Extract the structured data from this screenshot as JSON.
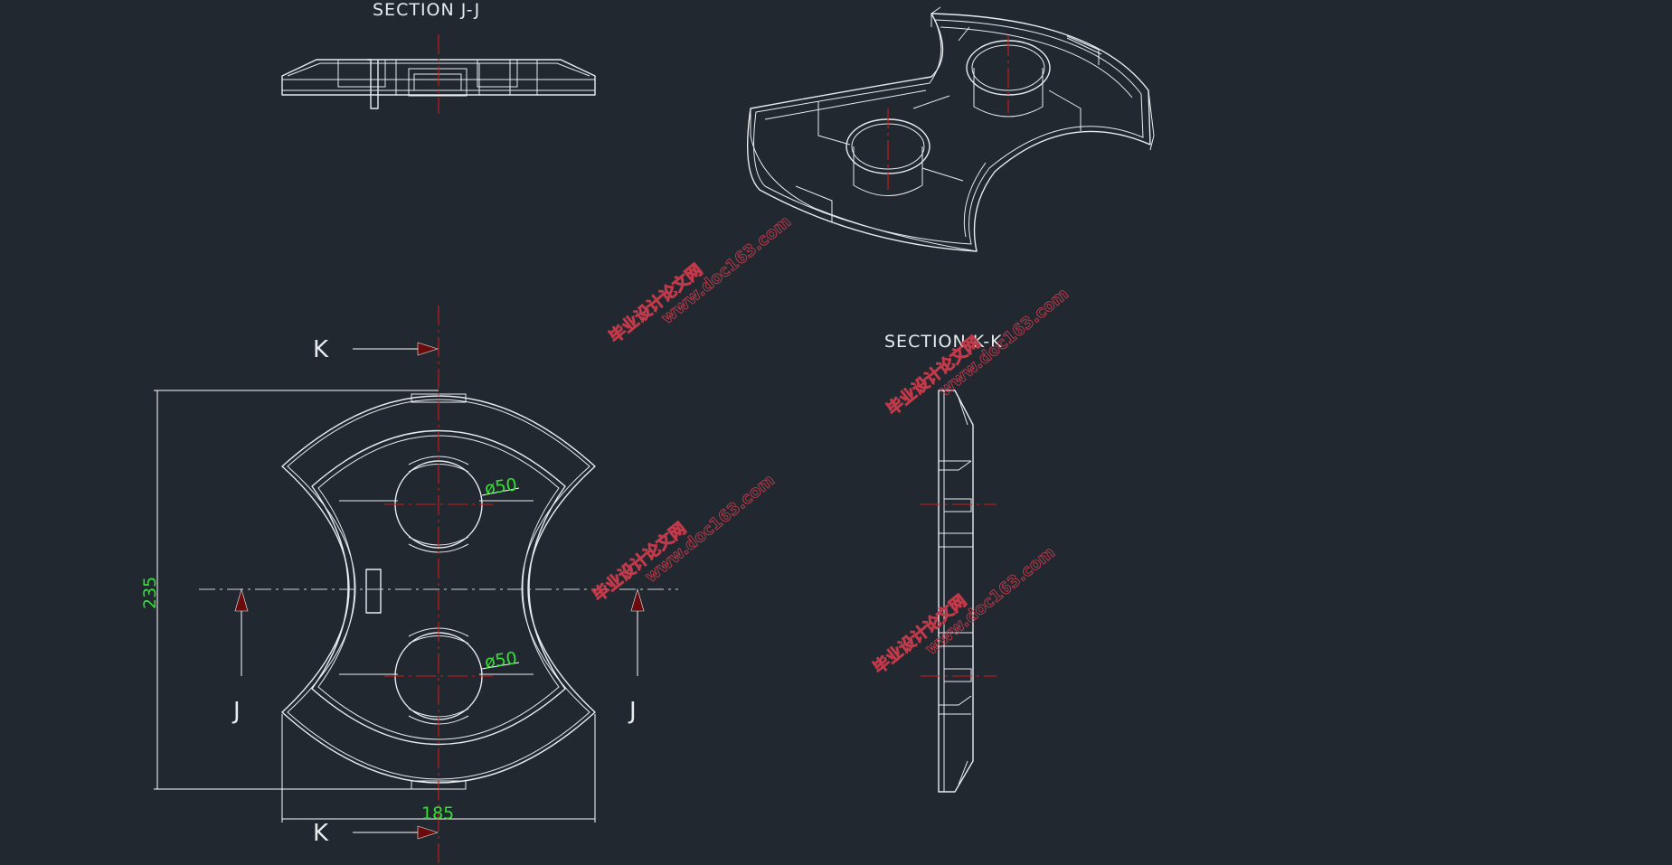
{
  "labels": {
    "section_jj": "SECTION  J-J",
    "section_kk": "SECTION K-K",
    "k_top": "K",
    "k_bottom": "K",
    "j_left": "J",
    "j_right": "J"
  },
  "dimensions": {
    "height": "235",
    "width": "185",
    "hole_top": "ø50",
    "hole_bottom": "ø50"
  },
  "watermarks": [
    {
      "cn": "毕业设计论文网",
      "url": "www.doc163.com"
    },
    {
      "cn": "毕业设计论文网",
      "url": "www.doc163.com"
    },
    {
      "cn": "毕业设计论文网",
      "url": "www.doc163.com"
    },
    {
      "cn": "毕业设计论文网",
      "url": "www.doc163.com"
    }
  ],
  "colors": {
    "background": "#212830",
    "geometry": "#e8ecef",
    "center_line": "#d11a1a",
    "dimension_text": "#35e035",
    "watermark": "#c23a4a"
  }
}
